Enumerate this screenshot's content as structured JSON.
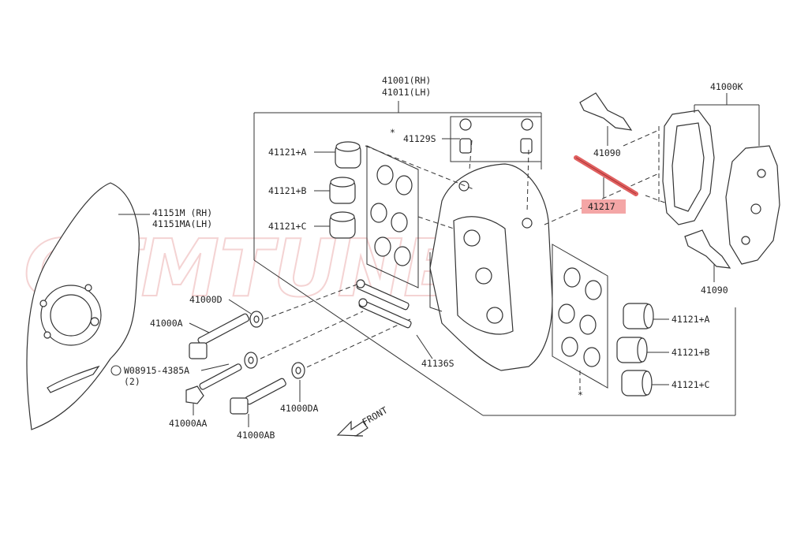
{
  "watermark": "GTMTUNED",
  "labels": {
    "caliper_rh": "41001(RH)",
    "caliper_lh": "41011(LH)",
    "pad_kit": "41000K",
    "pad_spring_top": "41090",
    "pad_spring_bottom": "41090",
    "pin_highlight": "41217",
    "bleeder": "41129S",
    "pin_set": "41136S",
    "piston_a_left": "41121+A",
    "piston_b_left": "41121+B",
    "piston_c_left": "41121+C",
    "piston_a_right": "41121+A",
    "piston_b_right": "41121+B",
    "piston_c_right": "41121+C",
    "backplate_rh": "41151M (RH)",
    "backplate_lh": "41151MA(LH)",
    "washer_d": "41000D",
    "bolt_a": "41000A",
    "bolt_ref": "W08915-4385A",
    "bolt_ref_qty": "(2)",
    "bolt_aa": "41000AA",
    "bolt_ab": "41000AB",
    "washer_da": "41000DA",
    "front": "FRONT",
    "asterisk": "*"
  },
  "colors": {
    "highlight_fill": "#f4a6a6",
    "highlight_part": "#e06060"
  }
}
